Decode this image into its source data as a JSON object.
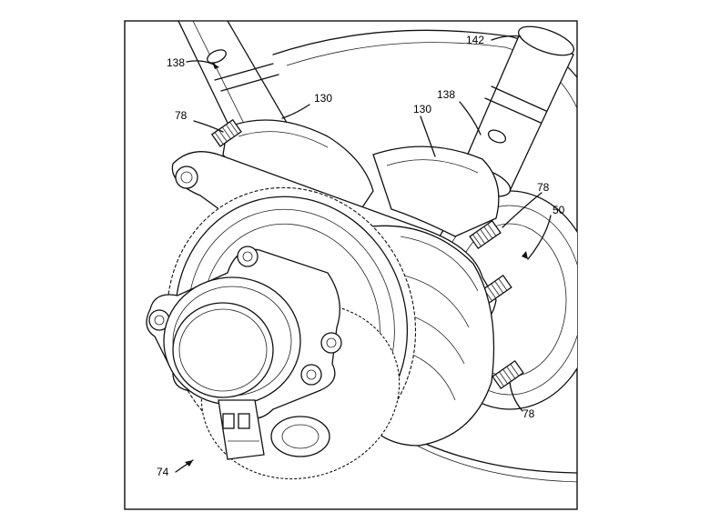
{
  "figure": {
    "labels": [
      {
        "id": "lbl-138-left",
        "text": "138"
      },
      {
        "id": "lbl-142",
        "text": "142"
      },
      {
        "id": "lbl-130-left",
        "text": "130"
      },
      {
        "id": "lbl-130-right",
        "text": "130"
      },
      {
        "id": "lbl-138-right",
        "text": "138"
      },
      {
        "id": "lbl-78-top-left",
        "text": "78"
      },
      {
        "id": "lbl-78-right",
        "text": "78"
      },
      {
        "id": "lbl-50",
        "text": "50"
      },
      {
        "id": "lbl-78-bottom-right",
        "text": "78"
      },
      {
        "id": "lbl-74",
        "text": "74"
      }
    ]
  }
}
